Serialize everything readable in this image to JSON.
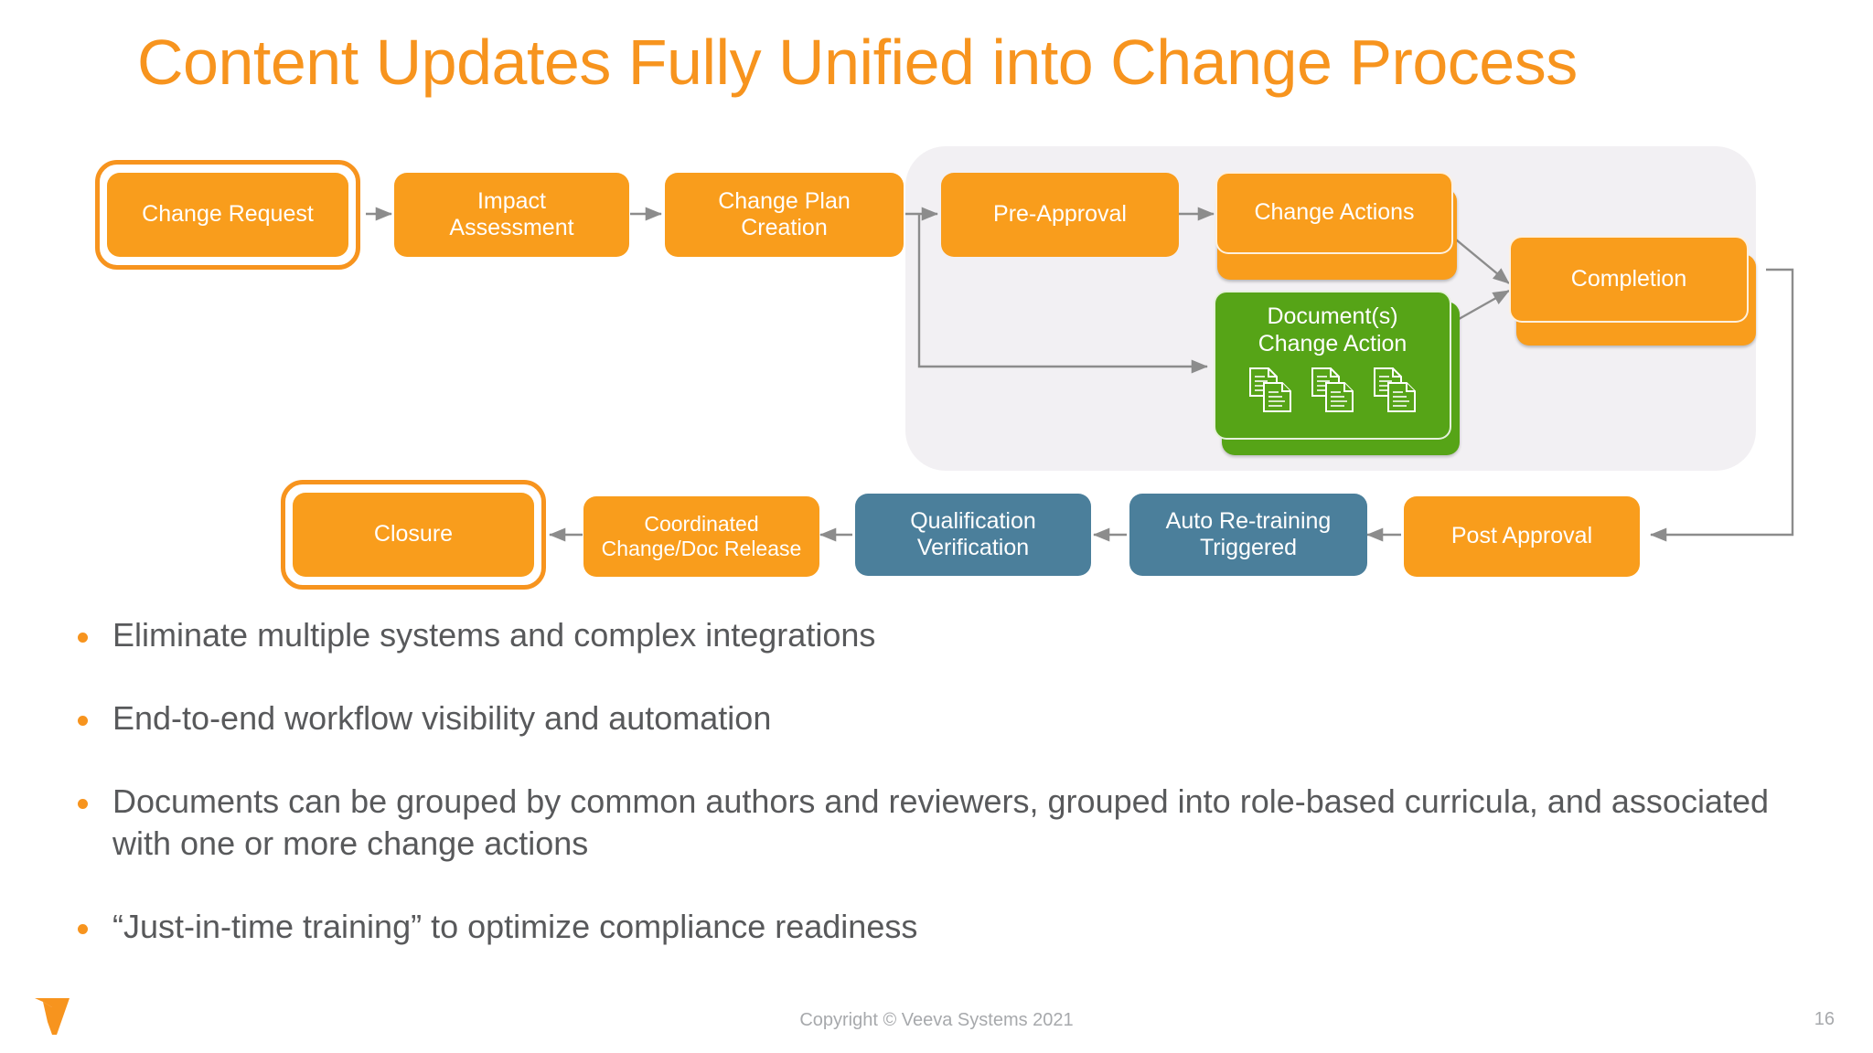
{
  "slide": {
    "title": "Content Updates Fully Unified into Change Process",
    "page_number": "16",
    "copyright": "Copyright © Veeva Systems 2021",
    "logo_name": "veeva-logo"
  },
  "colors": {
    "title_orange": "#F7941E",
    "node_orange": "#F99D1C",
    "node_green": "#56A417",
    "node_blue": "#4B7F9B",
    "panel_gray": "#F2F0F3",
    "connector_gray": "#8C8C8C",
    "bullet_text": "#58595B",
    "footer_gray": "#A7A9AC"
  },
  "diagram": {
    "type": "process-flow",
    "panel_label": "change-actions-group-panel",
    "nodes": [
      {
        "id": "change-request",
        "label": "Change Request",
        "color": "orange",
        "highlighted": true,
        "stacked": false
      },
      {
        "id": "impact-assessment",
        "label": "Impact\nAssessment",
        "color": "orange",
        "highlighted": false,
        "stacked": false
      },
      {
        "id": "change-plan-creation",
        "label": "Change Plan\nCreation",
        "color": "orange",
        "highlighted": false,
        "stacked": false
      },
      {
        "id": "pre-approval",
        "label": "Pre-Approval",
        "color": "orange",
        "highlighted": false,
        "stacked": false
      },
      {
        "id": "change-actions",
        "label": "Change Actions",
        "color": "orange",
        "highlighted": false,
        "stacked": true
      },
      {
        "id": "document-change-action",
        "label": "Document(s)\nChange Action",
        "color": "green",
        "highlighted": false,
        "stacked": true
      },
      {
        "id": "completion",
        "label": "Completion",
        "color": "orange",
        "highlighted": false,
        "stacked": true
      },
      {
        "id": "post-approval",
        "label": "Post Approval",
        "color": "orange",
        "highlighted": false,
        "stacked": false
      },
      {
        "id": "auto-retraining",
        "label": "Auto Re-training\nTriggered",
        "color": "blue",
        "highlighted": false,
        "stacked": false
      },
      {
        "id": "qualification-verification",
        "label": "Qualification\nVerification",
        "color": "blue",
        "highlighted": false,
        "stacked": false
      },
      {
        "id": "coordinated-release",
        "label": "Coordinated\nChange/Doc Release",
        "color": "orange",
        "highlighted": false,
        "stacked": false
      },
      {
        "id": "closure",
        "label": "Closure",
        "color": "orange",
        "highlighted": true,
        "stacked": false
      }
    ],
    "doc_icon_count": 3,
    "doc_icon_name": "document-pair-icon"
  },
  "bullets": [
    "Eliminate multiple systems and complex integrations",
    "End-to-end workflow visibility and automation",
    "Documents can be grouped by common authors and reviewers, grouped into role-based curricula, and associated with one or more change actions",
    "“Just-in-time training” to optimize compliance readiness"
  ]
}
